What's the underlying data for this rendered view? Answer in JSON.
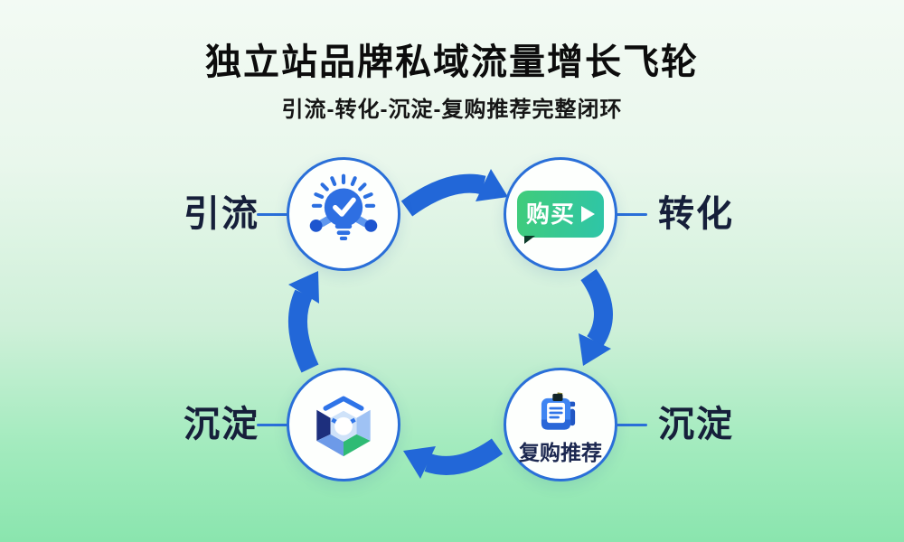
{
  "page": {
    "title": "独立站品牌私域流量增长飞轮",
    "subtitle": "引流-转化-沉淀-复购推荐完整闭环"
  },
  "flywheel": {
    "nodes": [
      {
        "id": "traffic",
        "label": "引流",
        "icon": "lightbulb-check-icon",
        "position": "top-left"
      },
      {
        "id": "conversion",
        "label": "转化",
        "icon": "buy-bubble-icon",
        "icon_text": "购买",
        "position": "top-right"
      },
      {
        "id": "retention-right",
        "label": "沉淀",
        "icon": "repurchase-clipboard-icon",
        "icon_text": "复购推荐",
        "position": "bottom-right"
      },
      {
        "id": "retention-left",
        "label": "沉淀",
        "icon": "cube-box-icon",
        "position": "bottom-left"
      }
    ],
    "colors": {
      "arrow": "#2267d8",
      "circle_border": "#2a6fd8",
      "label_text": "#161f3a",
      "buy_gradient_start": "#40cc7a",
      "buy_gradient_end": "#2ec5a8",
      "cube_green": "#2fbb74",
      "cube_dark_navy": "#1d2f7d"
    }
  }
}
